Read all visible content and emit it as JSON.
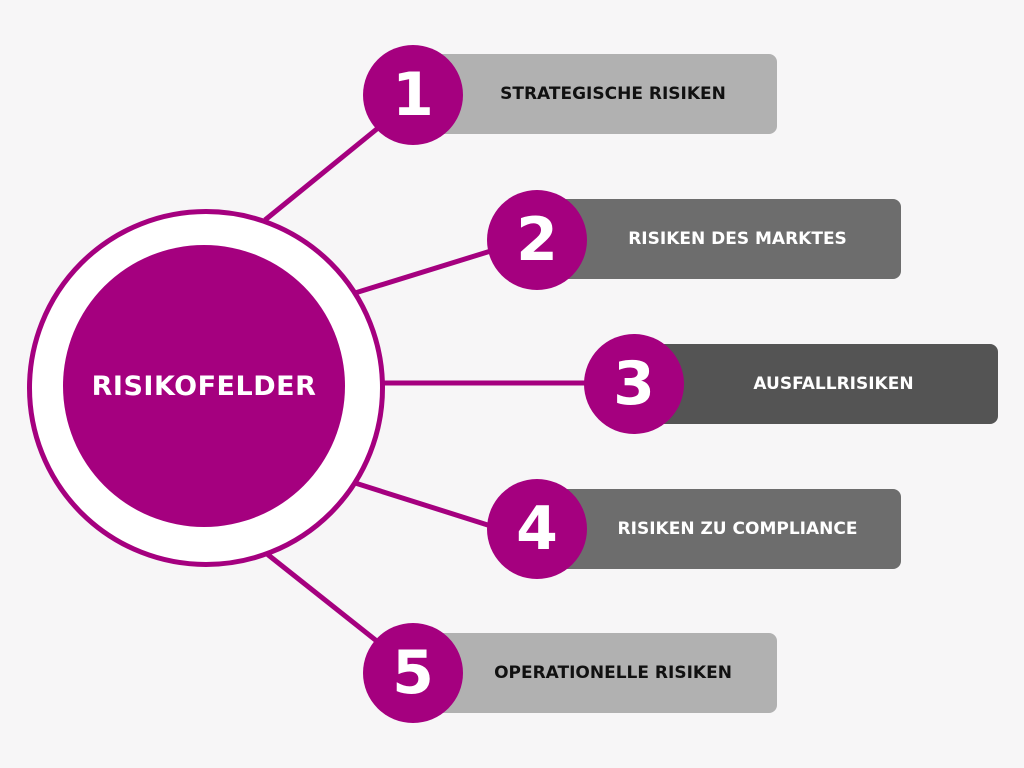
{
  "diagram": {
    "center_label": "RISIKOFELDER",
    "items": [
      {
        "number": "1",
        "label": "STRATEGISCHE RISIKEN"
      },
      {
        "number": "2",
        "label": "RISIKEN DES MARKTES"
      },
      {
        "number": "3",
        "label": "AUSFALLRISIKEN"
      },
      {
        "number": "4",
        "label": "RISIKEN ZU COMPLIANCE"
      },
      {
        "number": "5",
        "label": "OPERATIONELLE RISIKEN"
      }
    ]
  },
  "colors": {
    "accent": "#a5007f",
    "background": "#f7f6f7",
    "bar_light": "#b1b1b1",
    "bar_medium": "#6d6d6d",
    "bar_dark": "#545454",
    "text_dark": "#111111",
    "text_light": "#ffffff"
  }
}
